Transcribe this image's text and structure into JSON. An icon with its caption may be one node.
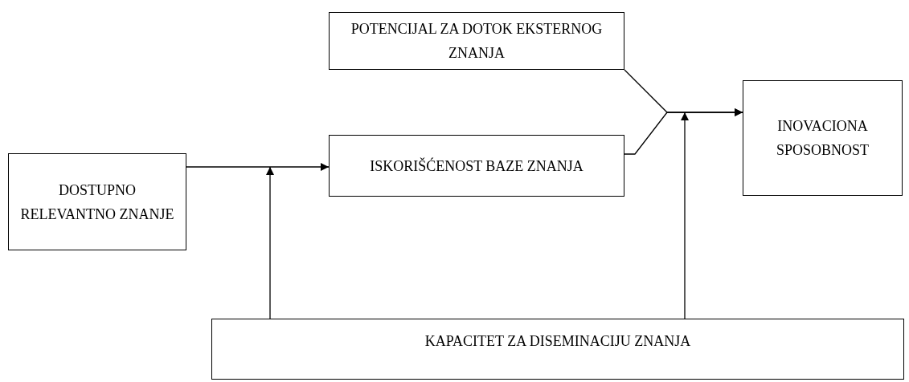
{
  "diagram": {
    "nodes": [
      {
        "text": [
          "DOSTUPNO RELEVANTNO ZNANJE"
        ]
      },
      {
        "text": [
          "POTENCIJAL ZA DOTOK EKSTERNOG ZNANJA"
        ]
      },
      {
        "text": [
          "ISKORIŠĆENOST BAZE ZNANJA"
        ]
      },
      {
        "text": [
          "INOVACIONA SPOSOBNOST"
        ]
      },
      {
        "text": [
          "KAPACITET ZA DISEMINACIJU ZNANJA"
        ]
      }
    ],
    "edges": [
      {
        "from": 0,
        "to": 2,
        "arrow": "to"
      },
      {
        "from": 1,
        "to": 3,
        "arrow": "to"
      },
      {
        "from": 2,
        "to": 3,
        "arrow": "to"
      },
      {
        "from": 4,
        "to": null,
        "arrow": "to"
      },
      {
        "from": 4,
        "to": null,
        "arrow": "to"
      }
    ]
  }
}
